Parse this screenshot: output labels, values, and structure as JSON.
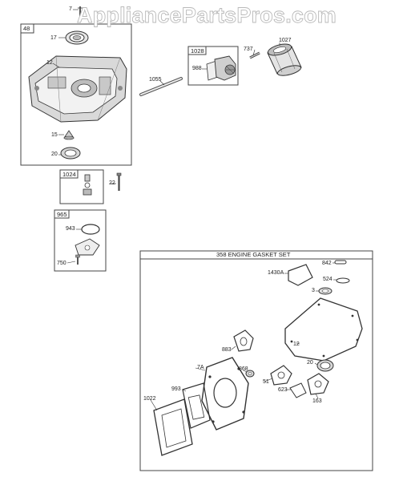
{
  "watermark": "AppliancePartsPros.com",
  "boxes": {
    "box_48": {
      "ref": "48",
      "parts": [
        "7",
        "17",
        "12",
        "15",
        "20"
      ]
    },
    "box_1024": {
      "ref": "1024"
    },
    "box_965": {
      "ref": "965",
      "parts": [
        "943",
        "750"
      ]
    },
    "box_1028": {
      "ref": "1028",
      "parts": [
        "988"
      ]
    },
    "gasket_set": {
      "title": "358 ENGINE GASKET SET",
      "parts": [
        "842",
        "1430A",
        "524",
        "3",
        "12",
        "883",
        "868",
        "7A",
        "20",
        "51",
        "623",
        "993",
        "163",
        "1022"
      ]
    }
  },
  "loose_parts": [
    "22",
    "1055",
    "737",
    "1027"
  ]
}
